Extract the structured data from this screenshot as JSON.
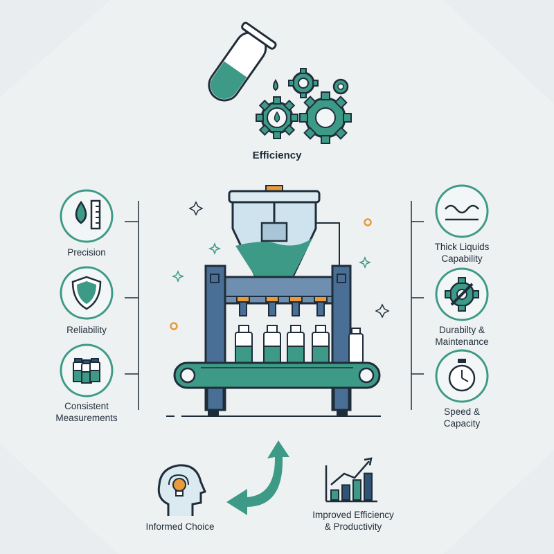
{
  "top": {
    "title": "Efficiency"
  },
  "left_features": [
    {
      "label": [
        "Precision"
      ],
      "icon": "droplet-ruler-icon"
    },
    {
      "label": [
        "Reliability"
      ],
      "icon": "shield-icon"
    },
    {
      "label": [
        "Consistent",
        "Measurements"
      ],
      "icon": "bottles-icon"
    }
  ],
  "right_features": [
    {
      "label": [
        "Thick Liquids",
        "Capability"
      ],
      "icon": "wave-icon"
    },
    {
      "label": [
        "Durabilty &",
        "Maintenance"
      ],
      "icon": "gear-wrench-icon"
    },
    {
      "label": [
        "Speed &",
        "Capacity"
      ],
      "icon": "stopwatch-icon"
    }
  ],
  "bottom": {
    "left_label": "Informed Choice",
    "right_label": [
      "Improved Efficiency",
      "& Productivity"
    ],
    "chart_bars": [
      0.3,
      0.45,
      0.6,
      0.8
    ]
  },
  "colors": {
    "teal": "#3d9a86",
    "navy": "#2f5475",
    "blue": "#4a6f97",
    "orange": "#e89a3c",
    "outline": "#1f2d3a",
    "circle_fill": "#f3f6f6"
  }
}
